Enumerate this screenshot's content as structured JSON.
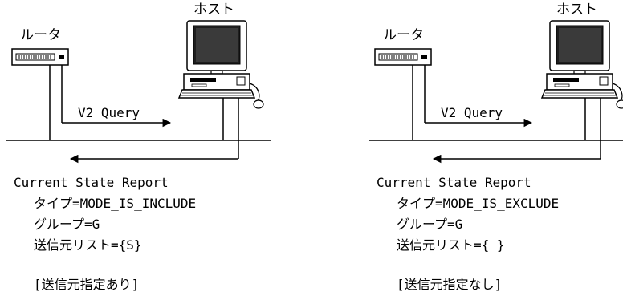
{
  "panels": [
    {
      "router_label": "ルータ",
      "host_label": "ホスト",
      "query_label": "V2 Query",
      "report_title": "Current State Report",
      "report_lines": [
        "タイプ=MODE_IS_INCLUDE",
        "グループ=G",
        "送信元リスト={S}"
      ],
      "caption": "[送信元指定あり]"
    },
    {
      "router_label": "ルータ",
      "host_label": "ホスト",
      "query_label": "V2 Query",
      "report_title": "Current State Report",
      "report_lines": [
        "タイプ=MODE_IS_EXCLUDE",
        "グループ=G",
        "送信元リスト={ }"
      ],
      "caption": "[送信元指定なし]"
    }
  ]
}
